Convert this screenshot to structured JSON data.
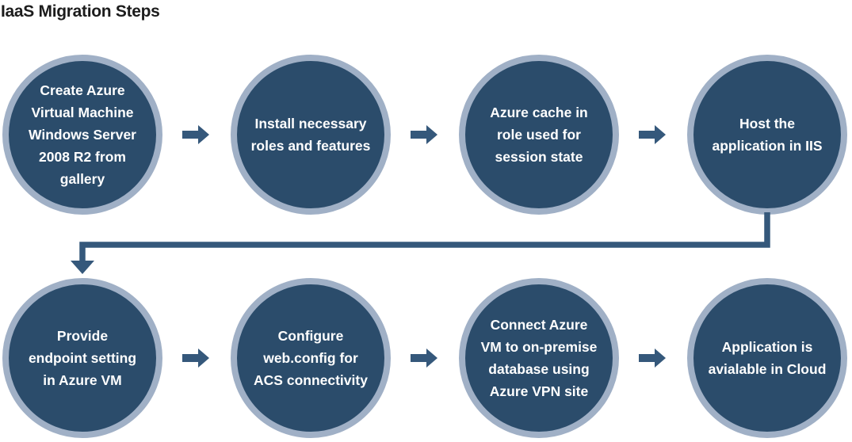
{
  "title": "IaaS Migration Steps",
  "colors": {
    "background": "#FFFFFF",
    "circle_fill": "#2B4C6B",
    "circle_border": "#A0B0C6",
    "connector_and_arrows": "#35587B",
    "title_text": "#1C1C1C",
    "circle_text": "#FFFFFF"
  },
  "icons": {
    "between_steps": "right-arrow-icon",
    "row_wrap": "elbow-down-arrow-icon"
  },
  "steps": [
    {
      "order": 1,
      "text": "Create Azure\nVirtual Machine\nWindows Server\n2008 R2 from\ngallery"
    },
    {
      "order": 2,
      "text": "Install necessary\nroles and features"
    },
    {
      "order": 3,
      "text": "Azure cache in\nrole used for\nsession state"
    },
    {
      "order": 4,
      "text": "Host the\napplication in IIS"
    },
    {
      "order": 5,
      "text": "Provide\nendpoint setting\nin Azure VM"
    },
    {
      "order": 6,
      "text": "Configure\nweb.config for\nACS connectivity"
    },
    {
      "order": 7,
      "text": "Connect Azure\nVM to on-premise\ndatabase using\nAzure VPN site"
    },
    {
      "order": 8,
      "text": "Application is\navialable in Cloud"
    }
  ]
}
